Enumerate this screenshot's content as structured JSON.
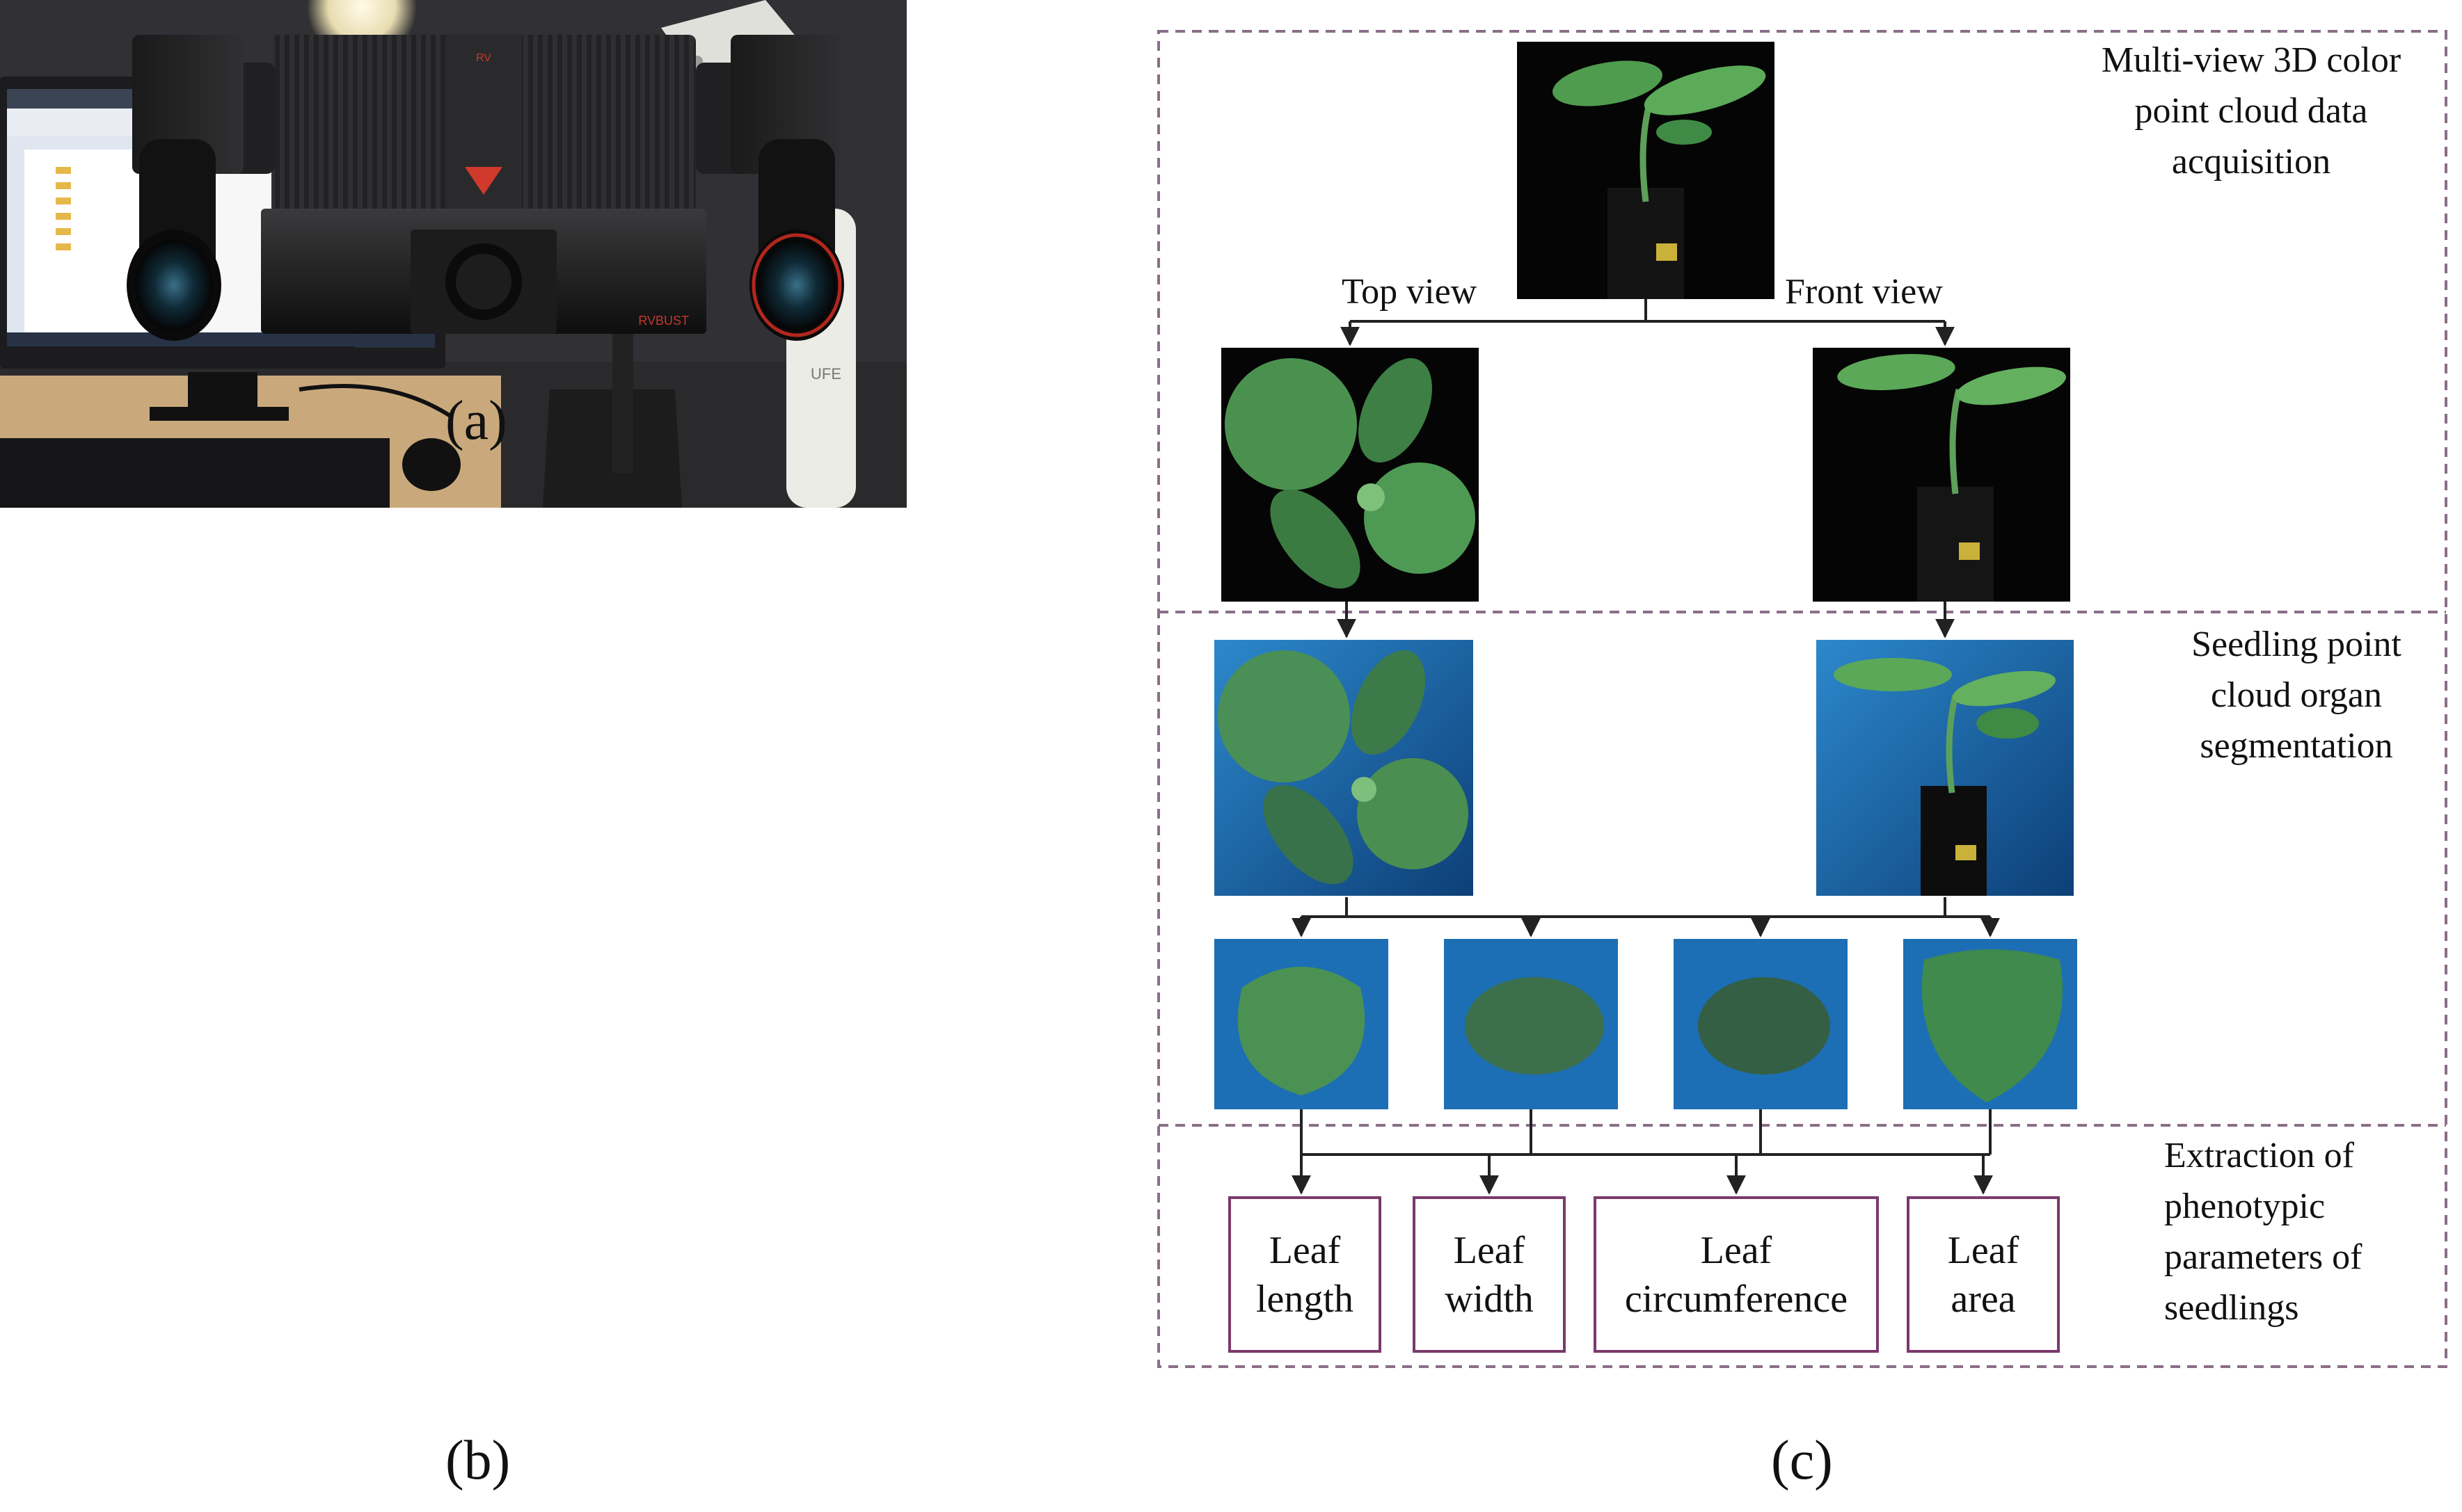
{
  "panels": {
    "a": {
      "label": "(a)",
      "brand_text": "RVBUST"
    },
    "b": {
      "label": "(b)",
      "arm_badge": "UFE"
    },
    "c": {
      "label": "(c)"
    }
  },
  "diagram": {
    "stages": [
      {
        "id": "acquisition",
        "lines": [
          "Multi-view  3D color",
          "point cloud data",
          "acquisition"
        ]
      },
      {
        "id": "segmentation",
        "lines": [
          "Seedling  point",
          "cloud organ",
          "segmentation"
        ]
      },
      {
        "id": "extraction",
        "lines": [
          "Extraction  of",
          "phenotypic",
          "parameters  of",
          "seedlings"
        ]
      }
    ],
    "views": {
      "top": "Top view",
      "front": "Front view"
    },
    "parameters": [
      {
        "id": "leaf-length",
        "lines": [
          "Leaf",
          "length"
        ]
      },
      {
        "id": "leaf-width",
        "lines": [
          "Leaf",
          "width"
        ]
      },
      {
        "id": "leaf-circumference",
        "lines": [
          "Leaf",
          "circumference"
        ]
      },
      {
        "id": "leaf-area",
        "lines": [
          "Leaf",
          "area"
        ]
      }
    ]
  },
  "colors": {
    "dashed_border": "#8a6f88",
    "box_border": "#7a3a6c",
    "segmentation_bg": "#1f6fb4",
    "leaf_green": "#4e9a54"
  }
}
